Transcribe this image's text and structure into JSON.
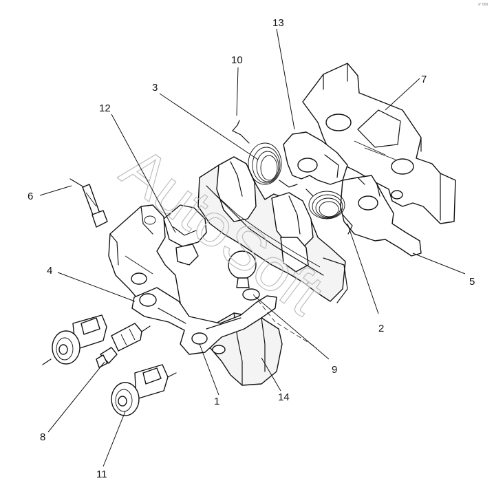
{
  "figure": {
    "corner_mark": "sᴾ 000",
    "watermark": "AutoSoft"
  },
  "callouts": [
    {
      "id": "c1",
      "label": "1"
    },
    {
      "id": "c2",
      "label": "2"
    },
    {
      "id": "c3",
      "label": "3"
    },
    {
      "id": "c4",
      "label": "4"
    },
    {
      "id": "c5",
      "label": "5"
    },
    {
      "id": "c6",
      "label": "6"
    },
    {
      "id": "c7",
      "label": "7"
    },
    {
      "id": "c8",
      "label": "8"
    },
    {
      "id": "c9",
      "label": "9"
    },
    {
      "id": "c10",
      "label": "10"
    },
    {
      "id": "c11",
      "label": "11"
    },
    {
      "id": "c12",
      "label": "12"
    },
    {
      "id": "c13",
      "label": "13"
    },
    {
      "id": "c14",
      "label": "14"
    }
  ],
  "parts": {
    "latch_plate": "part-4",
    "ratchet_bracket": "part-7",
    "pawl_plate": "part-13",
    "release_lever": "part-5",
    "pin": "part-6",
    "spring_wire": "part-10",
    "torsion_spring_a": "part-3",
    "torsion_spring_b": "part-2",
    "bumper_a": "part-11",
    "bumper_b": "part-8",
    "ball_stud": "part-9",
    "lever_arm": "part-1",
    "housing_block": "part-14",
    "mount_bracket": "part-12"
  }
}
